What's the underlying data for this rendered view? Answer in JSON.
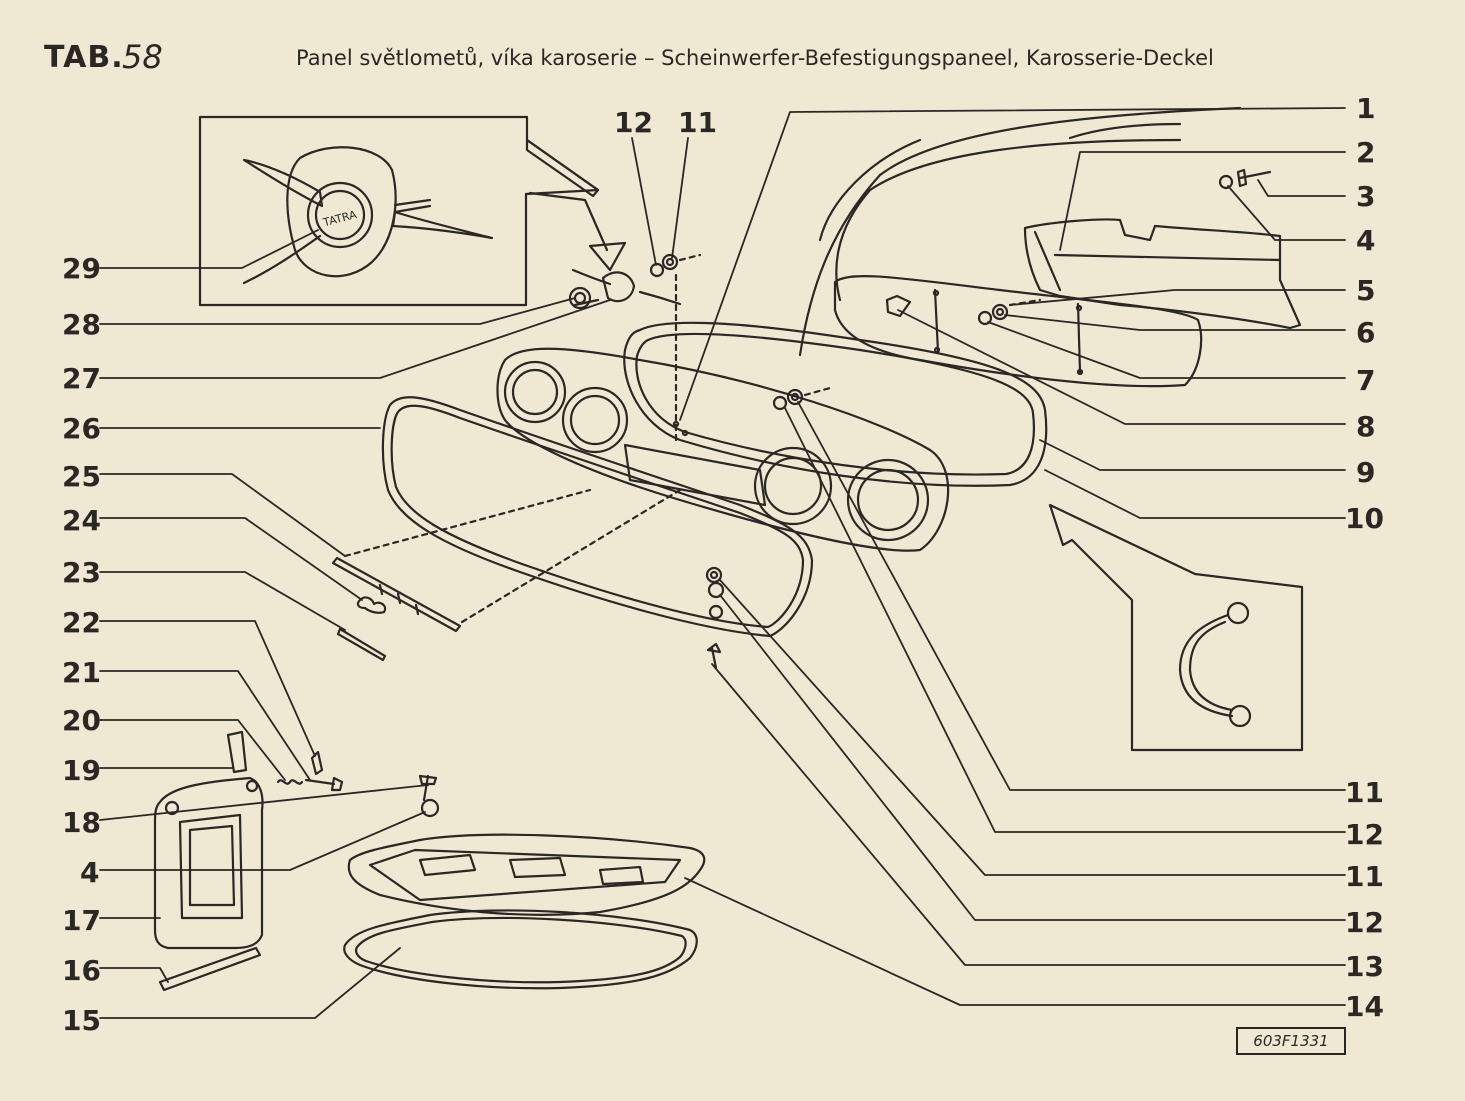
{
  "header": {
    "table_label": "TAB.",
    "table_number": "58",
    "title": "Panel světlometů, víka karoserie – Scheinwerfer-Befestigungspaneel, Karosserie-Deckel"
  },
  "drawing_code": "603F1331",
  "callouts": {
    "left": [
      "29",
      "28",
      "27",
      "26",
      "25",
      "24",
      "23",
      "22",
      "21",
      "20",
      "19",
      "18",
      "4",
      "17",
      "16",
      "15"
    ],
    "right": [
      "1",
      "2",
      "3",
      "4",
      "5",
      "6",
      "7",
      "8",
      "9",
      "10",
      "11",
      "12",
      "11",
      "12",
      "13",
      "14"
    ],
    "top": [
      "12",
      "11"
    ]
  },
  "insets": {
    "emblem_text": "TATRA"
  },
  "colors": {
    "paper": "#efe9d4",
    "ink": "#2b2724"
  }
}
